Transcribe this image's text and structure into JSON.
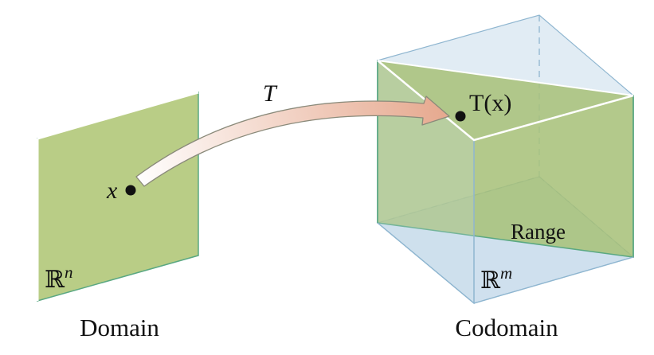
{
  "domain_caption": "Domain",
  "codomain_caption": "Codomain",
  "transformation_label": "T",
  "input_point_label": "x",
  "output_point_label": "T(x)",
  "range_label": "Range",
  "domain_space": {
    "symbol": "ℝ",
    "exponent": "n"
  },
  "codomain_space": {
    "symbol": "ℝ",
    "exponent": "m"
  },
  "colors": {
    "plane_fill": "#b9cd86",
    "plane_edge": "#5aa882",
    "prism_fill": "#dce9f2",
    "prism_edge": "#8fb6d0",
    "arrow_start": "#ffffff",
    "arrow_end": "#e6a98f",
    "point": "#111111"
  }
}
